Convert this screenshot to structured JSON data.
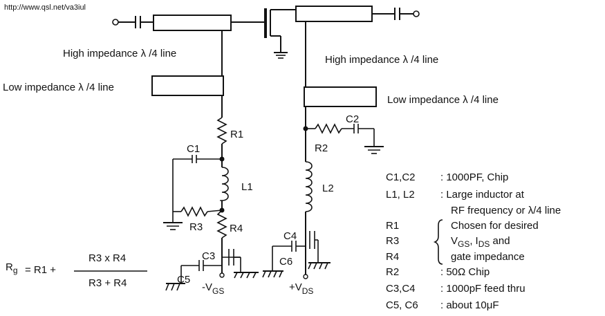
{
  "source_url": "http://www.qsl.net/va3iul",
  "line_labels": {
    "left_high": "High impedance λ /4 line",
    "left_low": "Low impedance λ /4 line",
    "right_high": "High impedance λ /4 line",
    "right_low": "Low impedance λ /4 line"
  },
  "components": {
    "R1": "R1",
    "R2": "R2",
    "R3": "R3",
    "R4": "R4",
    "C1": "C1",
    "C2": "C2",
    "C3": "C3",
    "C4": "C4",
    "C5": "C5",
    "C6": "C6",
    "L1": "L1",
    "L2": "L2"
  },
  "terminals": {
    "vgs_prefix": "-V",
    "vgs_sub": "GS",
    "vds_prefix": "+V",
    "vds_sub": "DS"
  },
  "formula": {
    "lhs_main": "R",
    "lhs_sub": "g",
    "eq": "= R1 +",
    "numerator": "R3 x R4",
    "denominator": "R3 + R4"
  },
  "legend": {
    "c1c2_key": "C1,C2",
    "c1c2_val": ": 1000PF, Chip",
    "l1l2_key": "L1, L2",
    "l1l2_val": ": Large inductor at",
    "l1l2_val2": "RF frequency or λ/4 line",
    "r1_key": "R1",
    "r3_key": "R3",
    "r4_key": "R4",
    "r134_val1": "Chosen for desired",
    "r134_vgs_v": "V",
    "r134_vgs_sub": "GS",
    "r134_comma": ",",
    "r134_ids_i": "I",
    "r134_ids_sub": "DS",
    "r134_and": " and",
    "r134_val3": "gate impedance",
    "r2_key": "R2",
    "r2_val": ": 50Ω Chip",
    "c3c4_key": "C3,C4",
    "c3c4_val": ": 1000pF feed thru",
    "c5c6_key": "C5, C6",
    "c5c6_val": ": about 10μF"
  }
}
